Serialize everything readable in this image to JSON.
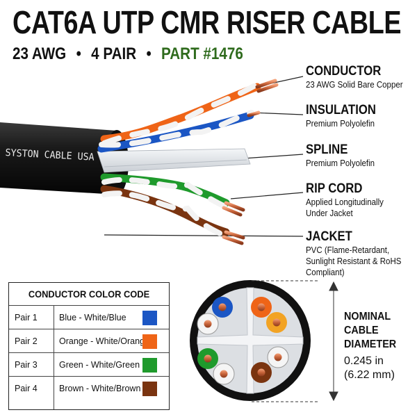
{
  "header": {
    "title": "CAT6A UTP CMR RISER CABLE",
    "spec_awg": "23 AWG",
    "bullet": "•",
    "spec_pair": "4 PAIR",
    "part": "PART #1476"
  },
  "cable": {
    "jacket_print": "SYSTON CABLE USA"
  },
  "labels": [
    {
      "heading": "CONDUCTOR",
      "lines": [
        "23 AWG Solid Bare Copper"
      ]
    },
    {
      "heading": "INSULATION",
      "lines": [
        "Premium Polyolefin"
      ]
    },
    {
      "heading": "SPLINE",
      "lines": [
        "Premium Polyolefin"
      ]
    },
    {
      "heading": "RIP CORD",
      "lines": [
        "Applied Longitudinally",
        "Under Jacket"
      ]
    },
    {
      "heading": "JACKET",
      "lines": [
        "PVC (Flame-Retardant,",
        "Sunlight Resistant & RoHS",
        "Compliant)"
      ]
    }
  ],
  "color_code": {
    "title": "CONDUCTOR COLOR CODE",
    "rows": [
      {
        "pair": "Pair 1",
        "desc": "Blue - White/Blue",
        "color": "#1b56c4"
      },
      {
        "pair": "Pair 2",
        "desc": "Orange - White/Orange",
        "color": "#ef6417"
      },
      {
        "pair": "Pair 3",
        "desc": "Green - White/Green",
        "color": "#1f9a2c"
      },
      {
        "pair": "Pair 4",
        "desc": "Brown - White/Brown",
        "color": "#7a3410"
      }
    ]
  },
  "diameter": {
    "line1": "NOMINAL",
    "line2": "CABLE",
    "line3": "DIAMETER",
    "value_in": "0.245 in",
    "value_mm": "(6.22 mm)"
  },
  "colors": {
    "jacket": "#141414",
    "copper": "#c8643a",
    "part_green": "#2f6b1d"
  }
}
